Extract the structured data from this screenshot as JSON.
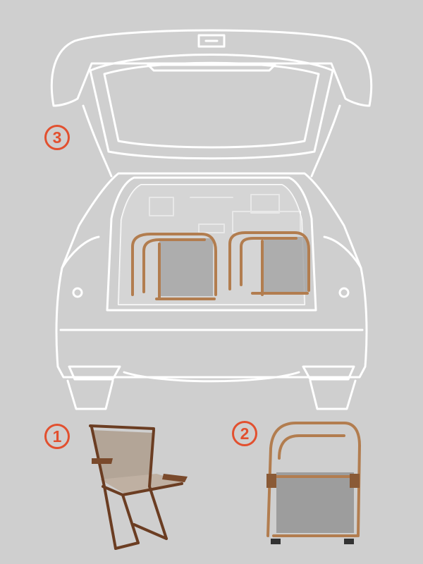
{
  "steps": [
    {
      "number": "1",
      "illustrates": "chair-unfolded"
    },
    {
      "number": "2",
      "illustrates": "chair-folded"
    },
    {
      "number": "3",
      "illustrates": "chairs-in-car-trunk"
    }
  ],
  "colors": {
    "background": "#cfcfcf",
    "line_art": "#ffffff",
    "badge": "#e2502f",
    "frame": "#a9764a",
    "seat_fabric": "#b7a89a"
  }
}
